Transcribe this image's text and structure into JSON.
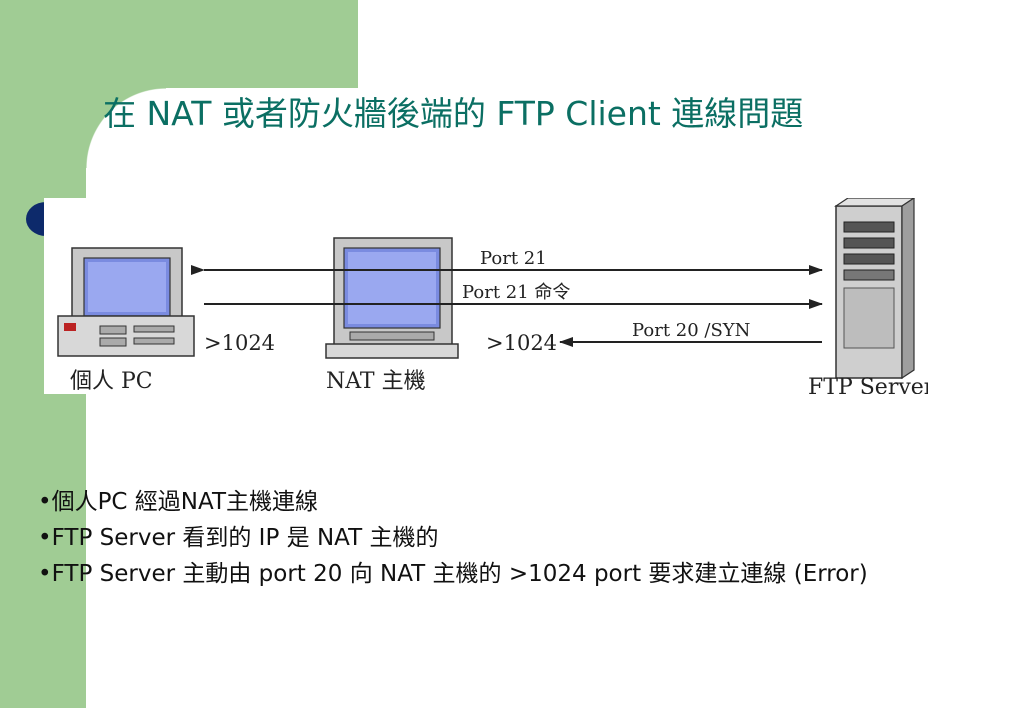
{
  "title": "在 NAT 或者防火牆後端的 FTP Client 連線問題",
  "diagram": {
    "pc_label": "個人 PC",
    "pc_port": ">1024",
    "nat_label": "NAT 主機",
    "nat_port": ">1024",
    "server_label": "FTP Server",
    "arrow1_label": "Port 21",
    "arrow2_label": "Port 21 命令",
    "arrow3_label": "Port 20 /SYN"
  },
  "bullets": [
    "•個人PC 經過NAT主機連線",
    "•FTP Server 看到的 IP 是 NAT 主機的",
    "•FTP Server 主動由 port 20 向 NAT 主機的 >1024 port 要求建立連線  (Error)"
  ],
  "colors": {
    "sidebar": "#a0cc94",
    "title": "#0b6f63",
    "bullet_dot": "#0d2a6b"
  }
}
